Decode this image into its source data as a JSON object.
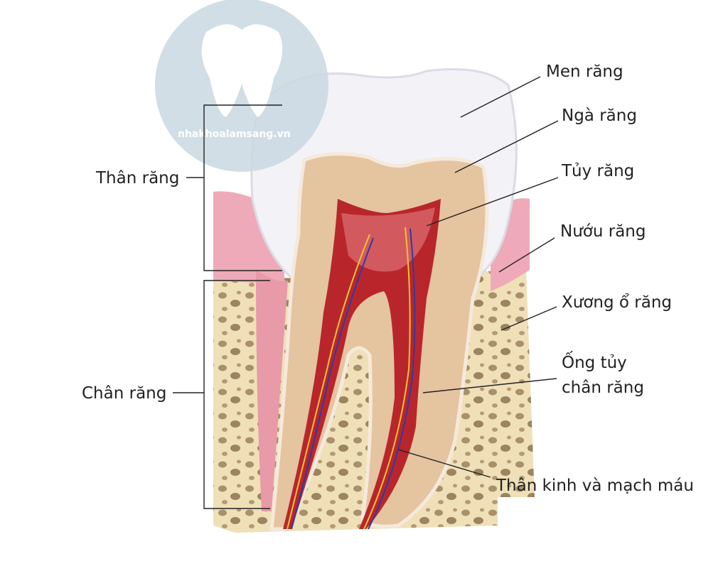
{
  "title": "Tooth anatomy diagram",
  "watermark": "nhakhoalamsang.vn",
  "labels": {
    "enamel": "Men răng",
    "dentin": "Ngà răng",
    "pulp": "Tủy răng",
    "gum": "Nướu răng",
    "alveolar_bone": "Xương ổ răng",
    "root_canal_line1": "Ống tủy",
    "root_canal_line2": "chân răng",
    "nerves_vessels": "Thân kinh và mạch máu",
    "crown": "Thân răng",
    "root": "Chân răng"
  },
  "colors": {
    "bone": "#efe0b8",
    "gum": "#eeaab8",
    "enamel": "#f3f2f6",
    "dentin": "#e5c4a0",
    "pulp": "#b8262c",
    "watermark_circle": "#c9d8e2"
  }
}
